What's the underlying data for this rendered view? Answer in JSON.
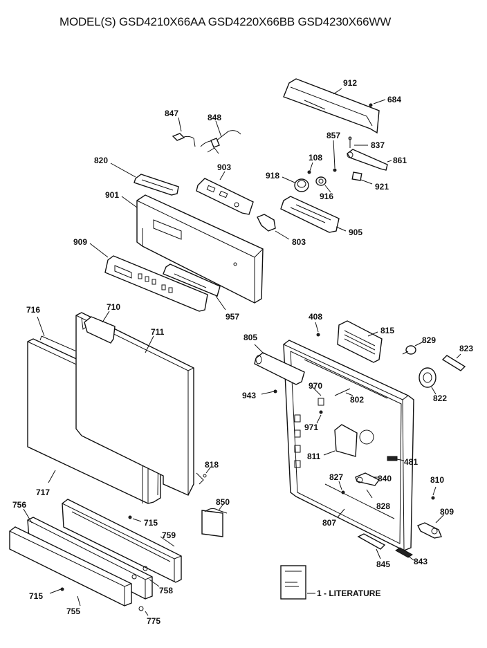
{
  "title": "MODEL(S) GSD4210X66AA  GSD4220X66BB  GSD4230X66WW",
  "literature_label": "1 - LITERATURE",
  "callouts": {
    "c912": "912",
    "c684": "684",
    "c847": "847",
    "c848": "848",
    "c857": "857",
    "c837": "837",
    "c108": "108",
    "c861": "861",
    "c820": "820",
    "c903": "903",
    "c918": "918",
    "c916": "916",
    "c921": "921",
    "c901": "901",
    "c905": "905",
    "c803": "803",
    "c909": "909",
    "c957": "957",
    "c716": "716",
    "c710": "710",
    "c711": "711",
    "c408": "408",
    "c815": "815",
    "c805": "805",
    "c829": "829",
    "c823": "823",
    "c970": "970",
    "c943": "943",
    "c802": "802",
    "c822": "822",
    "c971": "971",
    "c811": "811",
    "c481": "481",
    "c818": "818",
    "c717": "717",
    "c827": "827",
    "c840": "840",
    "c810": "810",
    "c850": "850",
    "c828": "828",
    "c715a": "715",
    "c756": "756",
    "c759": "759",
    "c807": "807",
    "c809": "809",
    "c758": "758",
    "c845": "845",
    "c843": "843",
    "c715b": "715",
    "c755": "755",
    "c775": "775"
  }
}
